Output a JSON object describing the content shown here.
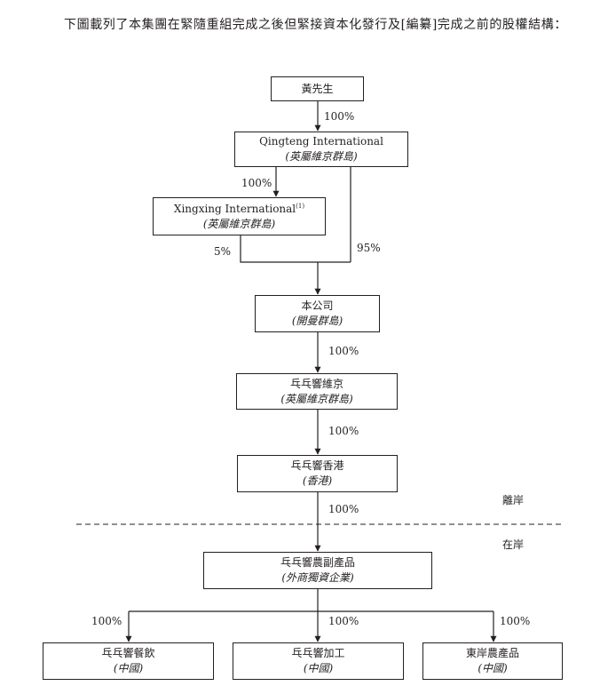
{
  "intro": {
    "text": "下圖載列了本集團在緊隨重組完成之後但緊接資本化發行及[編纂]完成之前的股權結構："
  },
  "entities": {
    "huang": {
      "name": "黃先生"
    },
    "qingteng": {
      "name": "Qingteng International",
      "place": "(英屬維京群島)"
    },
    "xingxing": {
      "name": "Xingxing International",
      "note": "(1)",
      "place": "(英屬維京群島)"
    },
    "company": {
      "name": "本公司",
      "place": "(開曼群島)"
    },
    "bvi_sub": {
      "name": "乓乓響維京",
      "place": "(英屬維京群島)"
    },
    "hk_sub": {
      "name": "乓乓響香港",
      "place": "(香港)"
    },
    "agri": {
      "name": "乓乓響農副產品",
      "place": "(外商獨資企業)"
    },
    "catering": {
      "name": "乓乓響餐飲",
      "place": "(中國)"
    },
    "processing": {
      "name": "乓乓響加工",
      "place": "(中國)"
    },
    "dongan": {
      "name": "東岸農產品",
      "place": "(中國)"
    }
  },
  "ownership": {
    "huang_to_qingteng": "100%",
    "qingteng_to_xingxing": "100%",
    "xingxing_to_company": "5%",
    "qingteng_to_company": "95%",
    "company_to_bvi": "100%",
    "bvi_to_hk": "100%",
    "hk_to_agri": "100%",
    "agri_to_catering": "100%",
    "agri_to_processing": "100%",
    "agri_to_dongan": "100%"
  },
  "zones": {
    "offshore": "離岸",
    "onshore": "在岸"
  }
}
